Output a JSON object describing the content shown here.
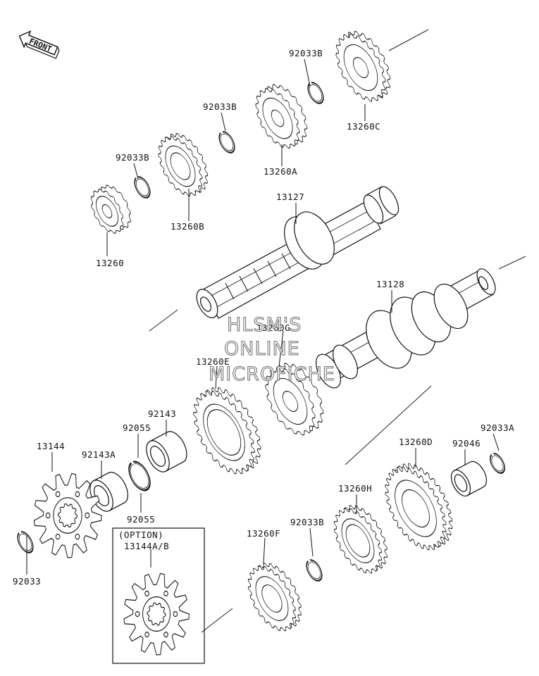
{
  "diagram": {
    "front_label": "FRONT",
    "watermark": {
      "line1": "HLSM'S",
      "line2": "ONLINE",
      "line3": "MICROFICHE"
    },
    "option_box": {
      "line1": "(OPTION)",
      "line2": "13144A/B"
    },
    "part_labels": {
      "p92033b_top": "92033B",
      "p13260c": "13260C",
      "p92033b_mid": "92033B",
      "p13260a": "13260A",
      "p92033b_left": "92033B",
      "p13260b": "13260B",
      "p13260": "13260",
      "p13127": "13127",
      "p13128": "13128",
      "p13260g": "13260G",
      "p13260e": "13260E",
      "p92143": "92143",
      "p92055_top": "92055",
      "p92143a": "92143A",
      "p13144": "13144",
      "p92055_bottom": "92055",
      "p92033": "92033",
      "p13260d": "13260D",
      "p92046": "92046",
      "p92033a": "92033A",
      "p13260h": "13260H",
      "p92033b_low": "92033B",
      "p13260f": "13260F"
    }
  }
}
